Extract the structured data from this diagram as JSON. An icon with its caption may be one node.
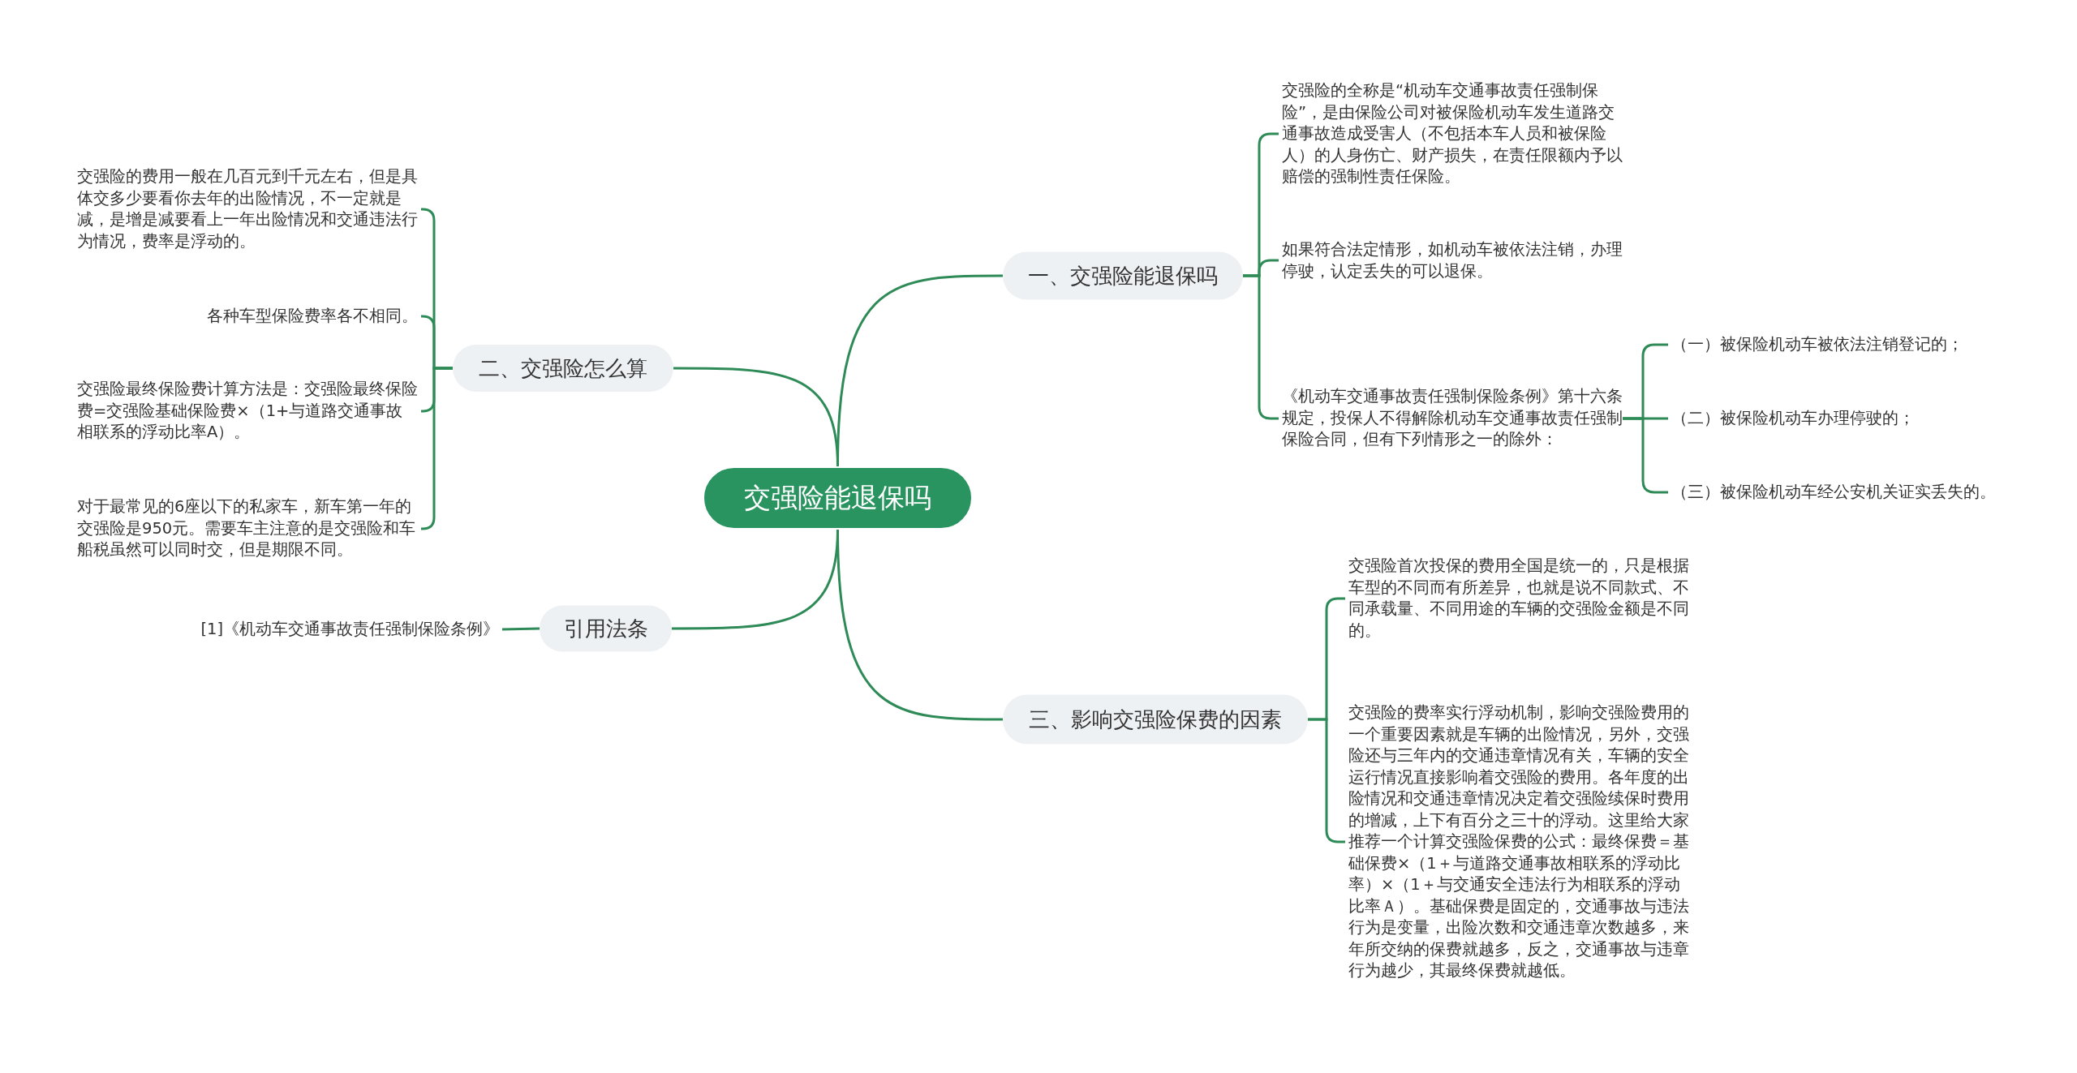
{
  "diagram": {
    "nodes": [
      {
        "text": [
          "交强险能退保吗"
        ]
      },
      {
        "text": [
          "一、交强险能退保吗"
        ]
      },
      {
        "text": [
          "交强险的全称是“机动车交通事故责任强制保险”，是由保险公司对被保险机动车发生道路交通事故造成受害人（不包括本车人员和被保险人）的人身伤亡、财产损失，在责任限额内予以赔偿的强制性责任保险。"
        ]
      },
      {
        "text": [
          "如果符合法定情形，如机动车被依法注销，办理停驶，认定丢失的可以退保。"
        ]
      },
      {
        "text": [
          "《机动车交通事故责任强制保险条例》第十六条规定，投保人不得解除机动车交通事故责任强制保险合同，但有下列情形之一的除外："
        ]
      },
      {
        "text": [
          "（一）被保险机动车被依法注销登记的；"
        ]
      },
      {
        "text": [
          "（二）被保险机动车办理停驶的；"
        ]
      },
      {
        "text": [
          "（三）被保险机动车经公安机关证实丢失的。"
        ]
      },
      {
        "text": [
          "二、交强险怎么算"
        ]
      },
      {
        "text": [
          "交强险的费用一般在几百元到千元左右，但是具体交多少要看你去年的出险情况，不一定就是减，是增是减要看上一年出险情况和交通违法行为情况，费率是浮动的。"
        ]
      },
      {
        "text": [
          "各种车型保险费率各不相同。"
        ]
      },
      {
        "text": [
          "交强险最终保险费计算方法是：交强险最终保险费=交强险基础保险费×（1+与道路交通事故相联系的浮动比率A）。"
        ]
      },
      {
        "text": [
          "对于最常见的6座以下的私家车，新车第一年的交强险是950元。需要车主注意的是交强险和车船税虽然可以同时交，但是期限不同。"
        ]
      },
      {
        "text": [
          "引用法条"
        ]
      },
      {
        "text": [
          "[1]《机动车交通事故责任强制保险条例》"
        ]
      },
      {
        "text": [
          "三、影响交强险保费的因素"
        ]
      },
      {
        "text": [
          "交强险首次投保的费用全国是统一的，只是根据车型的不同而有所差异，也就是说不同款式、不同承载量、不同用途的车辆的交强险金额是不同的。"
        ]
      },
      {
        "text": [
          "交强险的费率实行浮动机制，影响交强险费用的一个重要因素就是车辆的出险情况，另外，交强险还与三年内的交通违章情况有关，车辆的安全运行情况直接影响着交强险的费用。各年度的出险情况和交通违章情况决定着交强险续保时费用的增减，上下有百分之三十的浮动。这里给大家推荐一个计算交强险保费的公式：最终保费＝基础保费×（1＋与道路交通事故相联系的浮动比率）×（1＋与交通安全违法行为相联系的浮动比率Ａ）。基础保费是固定的，交通事故与违法行为是变量，出险次数和交通违章次数越多，来年所交纳的保费就越多，反之，交通事故与违章行为越少，其最终保费就越低。"
        ]
      }
    ],
    "edges": [
      {
        "from": 0,
        "to": 1,
        "arrow": "none"
      },
      {
        "from": 1,
        "to": 2,
        "arrow": "none"
      },
      {
        "from": 1,
        "to": 3,
        "arrow": "none"
      },
      {
        "from": 1,
        "to": 4,
        "arrow": "none"
      },
      {
        "from": 4,
        "to": 5,
        "arrow": "none"
      },
      {
        "from": 4,
        "to": 6,
        "arrow": "none"
      },
      {
        "from": 4,
        "to": 7,
        "arrow": "none"
      },
      {
        "from": 0,
        "to": 8,
        "arrow": "none"
      },
      {
        "from": 8,
        "to": 9,
        "arrow": "none"
      },
      {
        "from": 8,
        "to": 10,
        "arrow": "none"
      },
      {
        "from": 8,
        "to": 11,
        "arrow": "none"
      },
      {
        "from": 8,
        "to": 12,
        "arrow": "none"
      },
      {
        "from": 0,
        "to": 13,
        "arrow": "none"
      },
      {
        "from": 13,
        "to": 14,
        "arrow": "none"
      },
      {
        "from": 0,
        "to": 15,
        "arrow": "none"
      },
      {
        "from": 15,
        "to": 16,
        "arrow": "none"
      },
      {
        "from": 15,
        "to": 17,
        "arrow": "none"
      }
    ]
  }
}
